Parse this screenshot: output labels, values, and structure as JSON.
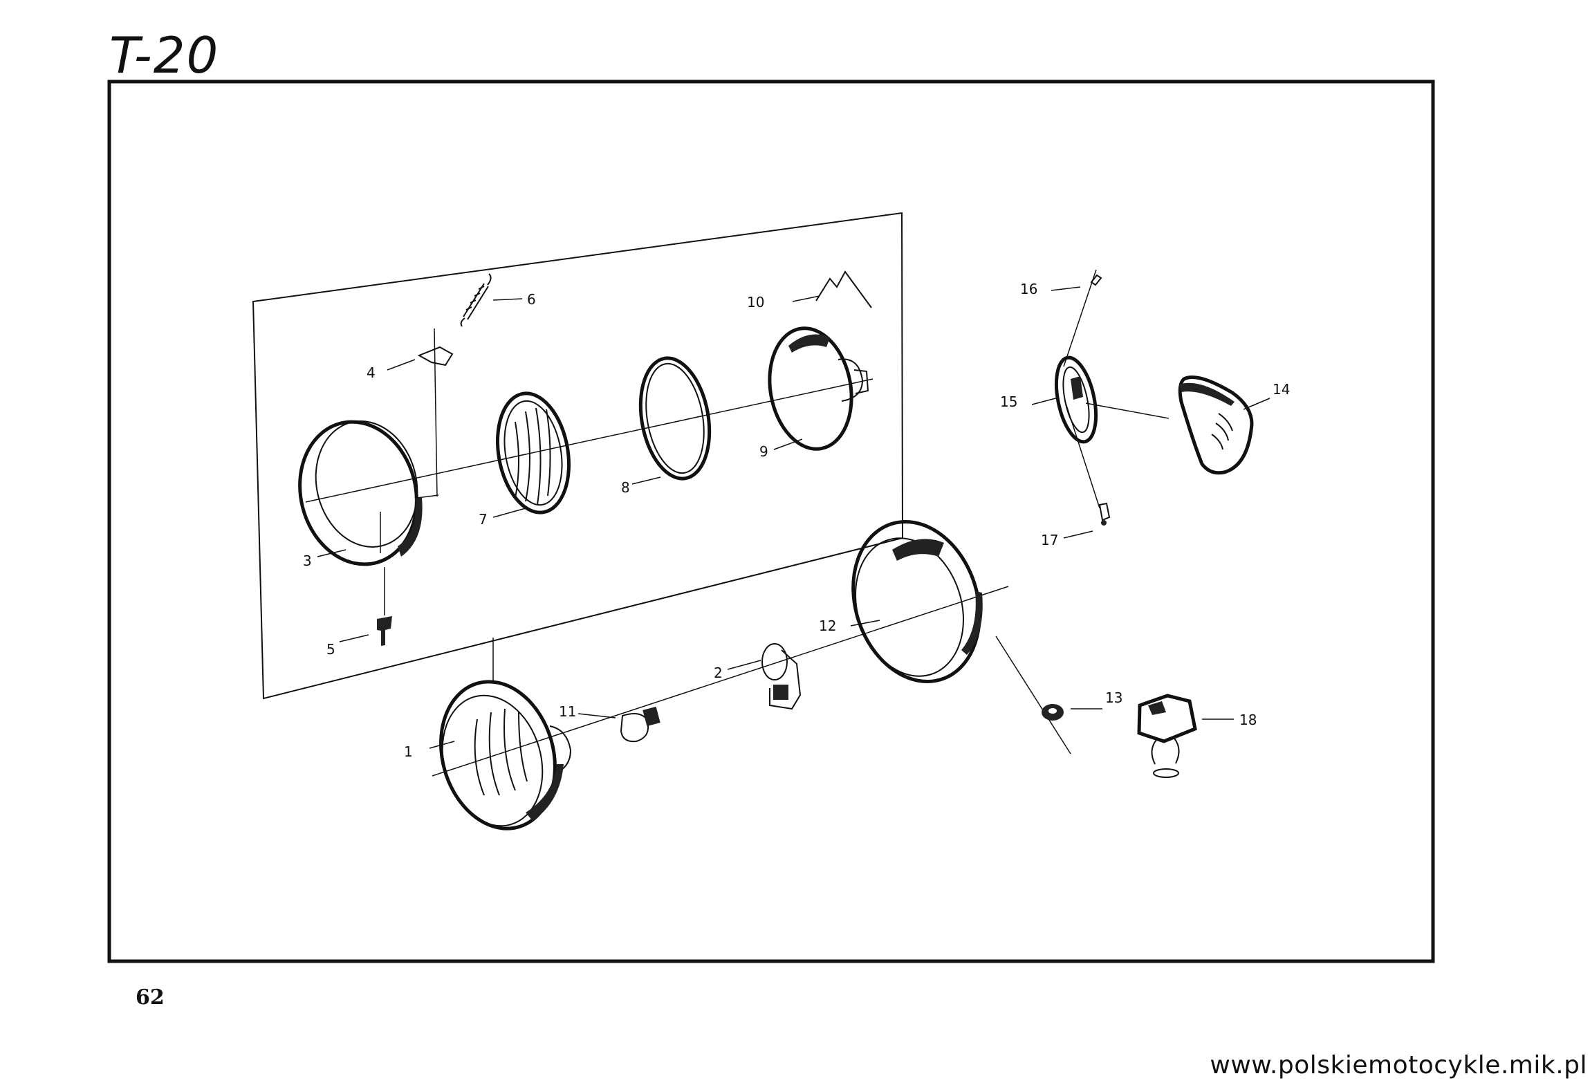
{
  "title": "T-20",
  "page_number": "62",
  "url": "www.polskiemotocykle.mik.pl",
  "part_labels": {
    "p1": "1",
    "p2": "2",
    "p3": "3",
    "p4": "4",
    "p5": "5",
    "p6": "6",
    "p7": "7",
    "p8": "8",
    "p9": "9",
    "p10": "10",
    "p11": "11",
    "p12": "12",
    "p13": "13",
    "p14": "14",
    "p15": "15",
    "p16": "16",
    "p17": "17",
    "p18": "18"
  }
}
